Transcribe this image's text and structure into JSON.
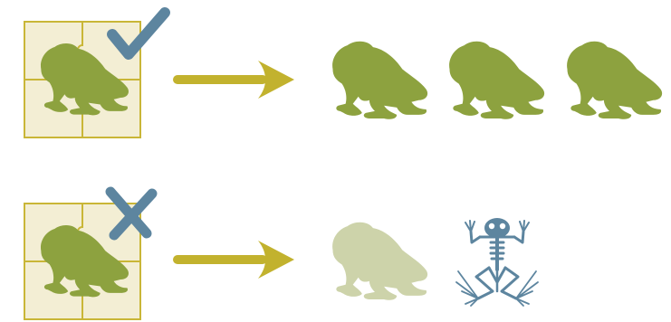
{
  "colors": {
    "frog_green": "#8da23f",
    "frog_faded": "#cdd3aa",
    "puzzle_fill": "#f3eed4",
    "puzzle_border": "#c9b637",
    "puzzle_frog": "#8da23f",
    "arrow": "#c2b22e",
    "mark_blue": "#5d859f",
    "skeleton": "#5d859f"
  },
  "rows": [
    {
      "id": "success",
      "status_icon": "checkmark-icon",
      "outcome": "healthy-frogs",
      "healthy_frog_count": 3,
      "faded_frog_count": 0,
      "skeleton_count": 0
    },
    {
      "id": "failure",
      "status_icon": "cross-icon",
      "outcome": "faded-frog-and-skeleton",
      "healthy_frog_count": 0,
      "faded_frog_count": 1,
      "skeleton_count": 1
    }
  ]
}
